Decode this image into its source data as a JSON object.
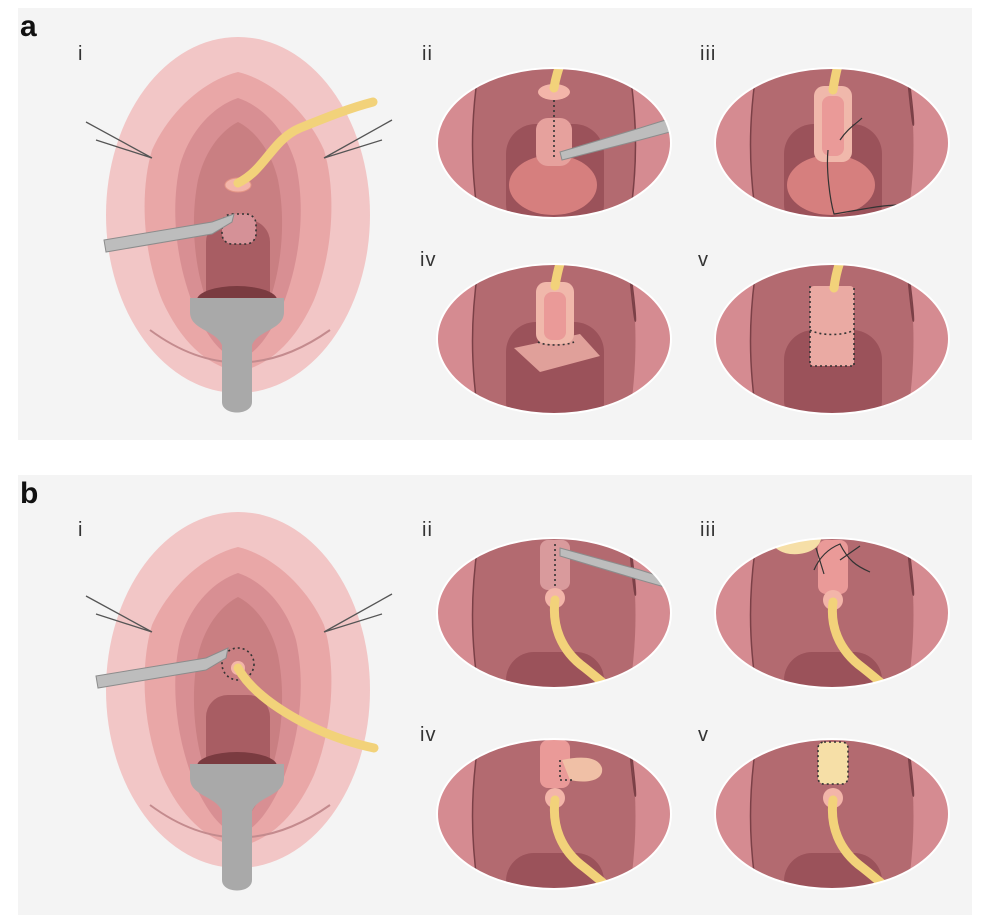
{
  "figure": {
    "panel_a": {
      "letter": "a",
      "steps": [
        "i",
        "ii",
        "iii",
        "iv",
        "v"
      ]
    },
    "panel_b": {
      "letter": "b",
      "steps": [
        "i",
        "ii",
        "iii",
        "iv",
        "v"
      ]
    }
  },
  "colors": {
    "background": "#f4f4f4",
    "outer_skin": "#f2c6c6",
    "labia": "#e9a7a7",
    "inner": "#c97f82",
    "deep": "#a85d63",
    "wall": "#b36a70",
    "catheter": "#f2d27a",
    "instrument": "#bdbdbd",
    "speculum": "#a9a9a9",
    "flap": "#f3c0b7"
  }
}
